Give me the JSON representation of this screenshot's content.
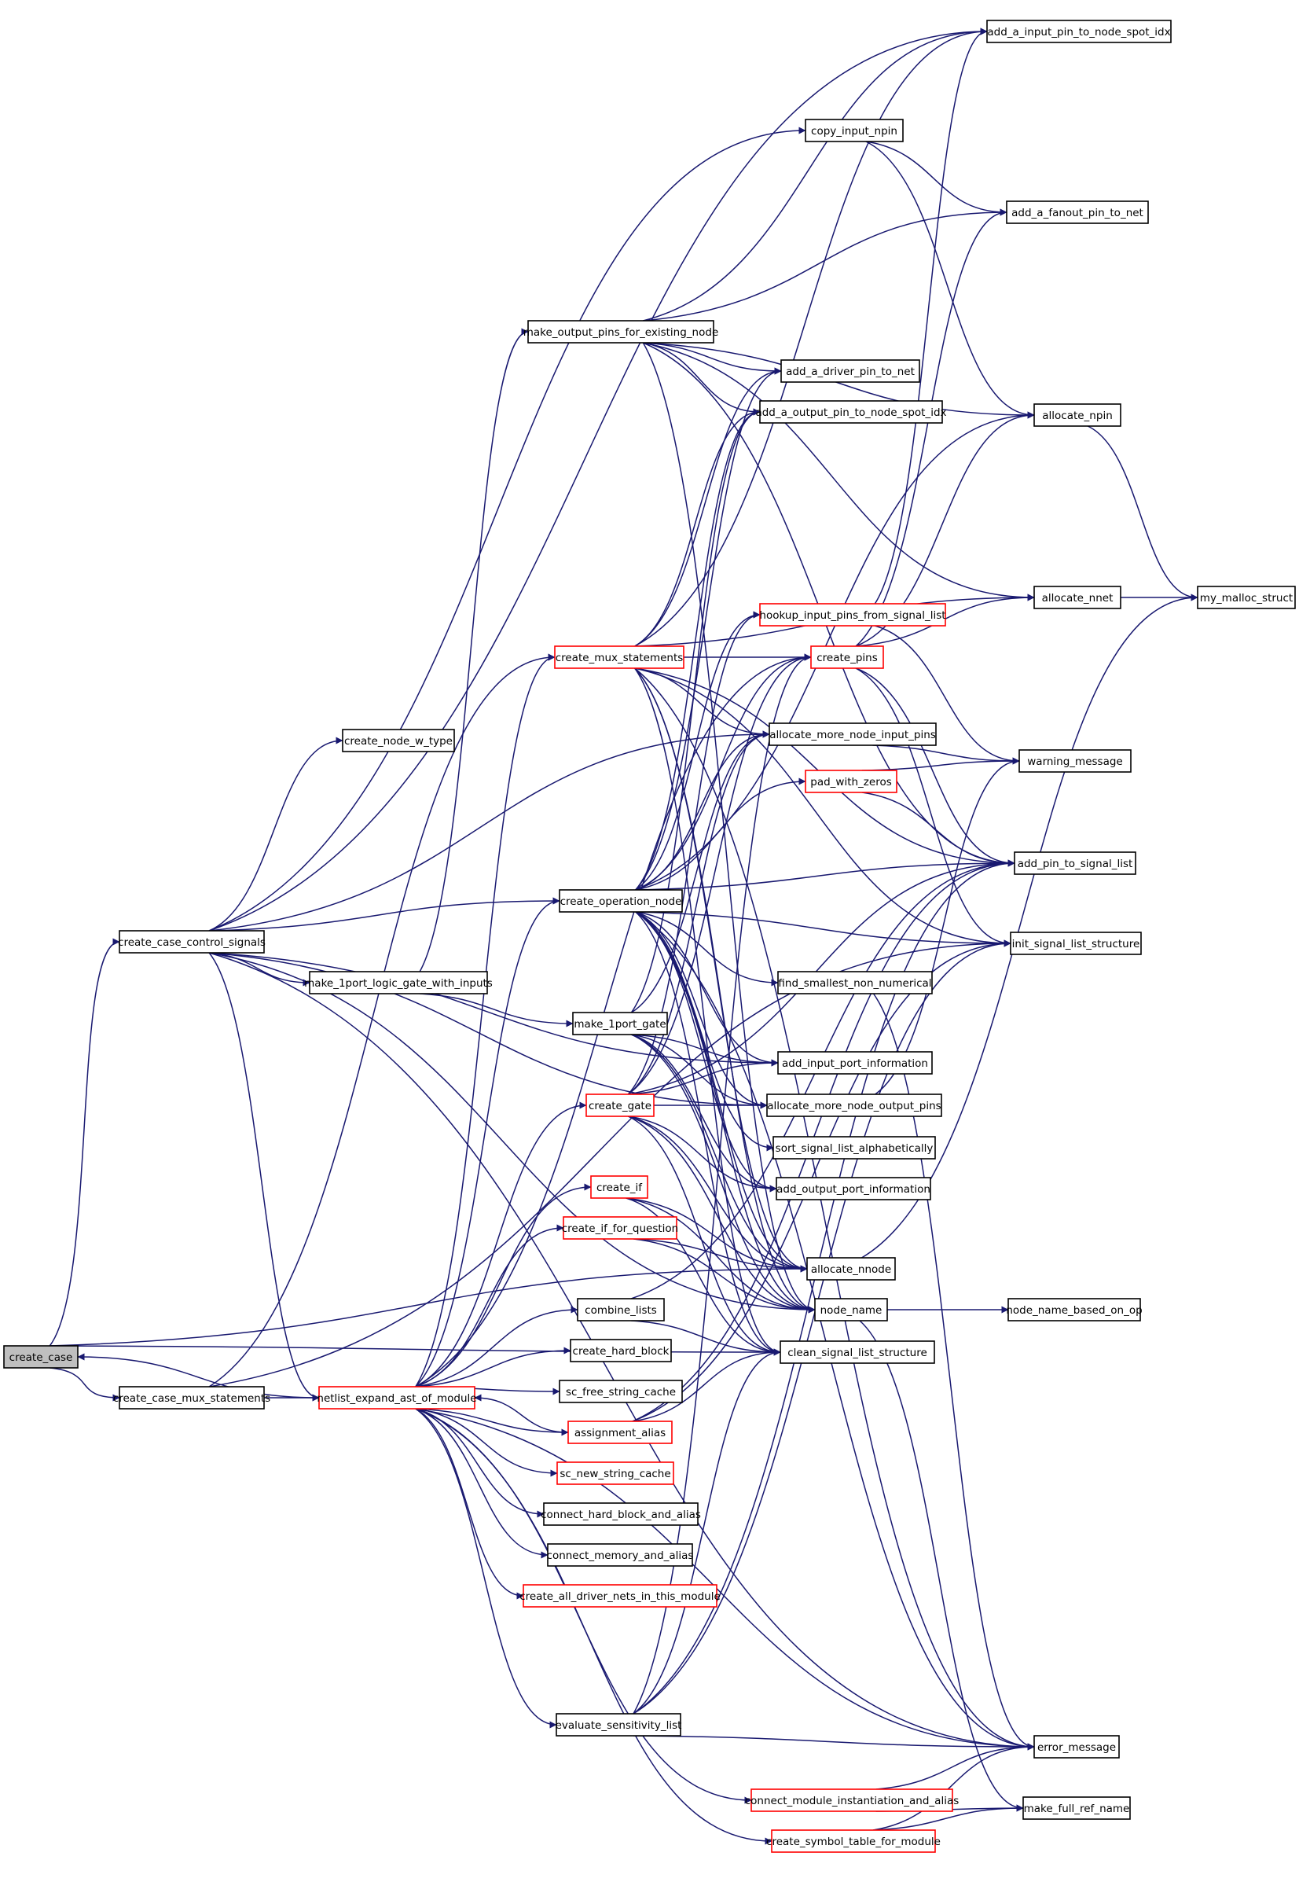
{
  "colors": {
    "edge": "#191970",
    "node_border": "#000000",
    "node_border_incomplete": "#ff0000",
    "node_fill": "#ffffff",
    "root_fill": "#bfbfbf",
    "text": "#000000"
  },
  "nodes": [
    {
      "id": "create_case",
      "label": "create_case",
      "root": true
    },
    {
      "id": "create_case_control_signals",
      "label": "create_case_control_signals"
    },
    {
      "id": "create_case_mux_statements",
      "label": "create_case_mux_statements"
    },
    {
      "id": "netlist_expand_ast_of_module",
      "label": "netlist_expand_ast_of_module",
      "incomplete": true
    },
    {
      "id": "create_node_w_type",
      "label": "create_node_w_type"
    },
    {
      "id": "make_1port_logic_gate_with_inputs",
      "label": "make_1port_logic_gate_with_inputs"
    },
    {
      "id": "make_output_pins_for_existing_node",
      "label": "make_output_pins_for_existing_node"
    },
    {
      "id": "create_mux_statements",
      "label": "create_mux_statements",
      "incomplete": true
    },
    {
      "id": "create_operation_node",
      "label": "create_operation_node"
    },
    {
      "id": "make_1port_gate",
      "label": "make_1port_gate"
    },
    {
      "id": "create_gate",
      "label": "create_gate",
      "incomplete": true
    },
    {
      "id": "create_if",
      "label": "create_if",
      "incomplete": true
    },
    {
      "id": "create_if_for_question",
      "label": "create_if_for_question",
      "incomplete": true
    },
    {
      "id": "combine_lists",
      "label": "combine_lists"
    },
    {
      "id": "create_hard_block",
      "label": "create_hard_block"
    },
    {
      "id": "sc_free_string_cache",
      "label": "sc_free_string_cache"
    },
    {
      "id": "assignment_alias",
      "label": "assignment_alias",
      "incomplete": true
    },
    {
      "id": "sc_new_string_cache",
      "label": "sc_new_string_cache",
      "incomplete": true
    },
    {
      "id": "connect_hard_block_and_alias",
      "label": "connect_hard_block_and_alias"
    },
    {
      "id": "connect_memory_and_alias",
      "label": "connect_memory_and_alias"
    },
    {
      "id": "create_all_driver_nets_in_this_module",
      "label": "create_all_driver_nets_in_this_module",
      "incomplete": true
    },
    {
      "id": "evaluate_sensitivity_list",
      "label": "evaluate_sensitivity_list"
    },
    {
      "id": "connect_module_instantiation_and_alias",
      "label": "connect_module_instantiation_and_alias",
      "incomplete": true
    },
    {
      "id": "create_symbol_table_for_module",
      "label": "create_symbol_table_for_module",
      "incomplete": true
    },
    {
      "id": "copy_input_npin",
      "label": "copy_input_npin"
    },
    {
      "id": "add_a_driver_pin_to_net",
      "label": "add_a_driver_pin_to_net"
    },
    {
      "id": "add_a_output_pin_to_node_spot_idx",
      "label": "add_a_output_pin_to_node_spot_idx"
    },
    {
      "id": "hookup_input_pins_from_signal_list",
      "label": "hookup_input_pins_from_signal_list",
      "incomplete": true
    },
    {
      "id": "create_pins",
      "label": "create_pins",
      "incomplete": true
    },
    {
      "id": "allocate_more_node_input_pins",
      "label": "allocate_more_node_input_pins"
    },
    {
      "id": "pad_with_zeros",
      "label": "pad_with_zeros",
      "incomplete": true
    },
    {
      "id": "find_smallest_non_numerical",
      "label": "find_smallest_non_numerical"
    },
    {
      "id": "add_input_port_information",
      "label": "add_input_port_information"
    },
    {
      "id": "allocate_more_node_output_pins",
      "label": "allocate_more_node_output_pins"
    },
    {
      "id": "sort_signal_list_alphabetically",
      "label": "sort_signal_list_alphabetically"
    },
    {
      "id": "add_output_port_information",
      "label": "add_output_port_information"
    },
    {
      "id": "allocate_nnode",
      "label": "allocate_nnode"
    },
    {
      "id": "node_name",
      "label": "node_name"
    },
    {
      "id": "clean_signal_list_structure",
      "label": "clean_signal_list_structure"
    },
    {
      "id": "add_a_input_pin_to_node_spot_idx",
      "label": "add_a_input_pin_to_node_spot_idx"
    },
    {
      "id": "add_a_fanout_pin_to_net",
      "label": "add_a_fanout_pin_to_net"
    },
    {
      "id": "allocate_npin",
      "label": "allocate_npin"
    },
    {
      "id": "allocate_nnet",
      "label": "allocate_nnet"
    },
    {
      "id": "warning_message",
      "label": "warning_message"
    },
    {
      "id": "add_pin_to_signal_list",
      "label": "add_pin_to_signal_list"
    },
    {
      "id": "init_signal_list_structure",
      "label": "init_signal_list_structure"
    },
    {
      "id": "error_message",
      "label": "error_message"
    },
    {
      "id": "make_full_ref_name",
      "label": "make_full_ref_name"
    },
    {
      "id": "node_name_based_on_op",
      "label": "node_name_based_on_op"
    },
    {
      "id": "my_malloc_struct",
      "label": "my_malloc_struct"
    }
  ],
  "edges": [
    [
      "create_case",
      "create_case_control_signals"
    ],
    [
      "create_case",
      "create_case_mux_statements"
    ],
    [
      "create_case",
      "allocate_nnode"
    ],
    [
      "create_case",
      "clean_signal_list_structure"
    ],
    [
      "create_case_control_signals",
      "add_a_input_pin_to_node_spot_idx"
    ],
    [
      "create_case_control_signals",
      "copy_input_npin"
    ],
    [
      "create_case_control_signals",
      "create_node_w_type"
    ],
    [
      "create_case_control_signals",
      "allocate_more_node_input_pins"
    ],
    [
      "create_case_control_signals",
      "create_operation_node"
    ],
    [
      "create_case_control_signals",
      "make_1port_logic_gate_with_inputs"
    ],
    [
      "create_case_control_signals",
      "add_input_port_information"
    ],
    [
      "create_case_control_signals",
      "allocate_more_node_output_pins"
    ],
    [
      "create_case_control_signals",
      "netlist_expand_ast_of_module"
    ],
    [
      "create_case_control_signals",
      "node_name"
    ],
    [
      "create_case_control_signals",
      "error_message"
    ],
    [
      "create_case_mux_statements",
      "netlist_expand_ast_of_module"
    ],
    [
      "create_case_mux_statements",
      "create_mux_statements"
    ],
    [
      "create_case_mux_statements",
      "init_signal_list_structure"
    ],
    [
      "netlist_expand_ast_of_module",
      "create_case"
    ],
    [
      "netlist_expand_ast_of_module",
      "create_mux_statements"
    ],
    [
      "netlist_expand_ast_of_module",
      "create_operation_node"
    ],
    [
      "netlist_expand_ast_of_module",
      "create_gate"
    ],
    [
      "netlist_expand_ast_of_module",
      "create_if"
    ],
    [
      "netlist_expand_ast_of_module",
      "create_if_for_question"
    ],
    [
      "netlist_expand_ast_of_module",
      "combine_lists"
    ],
    [
      "netlist_expand_ast_of_module",
      "create_hard_block"
    ],
    [
      "netlist_expand_ast_of_module",
      "sc_free_string_cache"
    ],
    [
      "netlist_expand_ast_of_module",
      "assignment_alias"
    ],
    [
      "netlist_expand_ast_of_module",
      "sc_new_string_cache"
    ],
    [
      "netlist_expand_ast_of_module",
      "connect_hard_block_and_alias"
    ],
    [
      "netlist_expand_ast_of_module",
      "connect_memory_and_alias"
    ],
    [
      "netlist_expand_ast_of_module",
      "create_all_driver_nets_in_this_module"
    ],
    [
      "netlist_expand_ast_of_module",
      "evaluate_sensitivity_list"
    ],
    [
      "netlist_expand_ast_of_module",
      "connect_module_instantiation_and_alias"
    ],
    [
      "netlist_expand_ast_of_module",
      "create_symbol_table_for_module"
    ],
    [
      "netlist_expand_ast_of_module",
      "error_message"
    ],
    [
      "netlist_expand_ast_of_module",
      "create_pins"
    ],
    [
      "assignment_alias",
      "netlist_expand_ast_of_module"
    ],
    [
      "assignment_alias",
      "clean_signal_list_structure"
    ],
    [
      "assignment_alias",
      "add_pin_to_signal_list"
    ],
    [
      "assignment_alias",
      "init_signal_list_structure"
    ],
    [
      "make_1port_logic_gate_with_inputs",
      "make_output_pins_for_existing_node"
    ],
    [
      "make_1port_logic_gate_with_inputs",
      "make_1port_gate"
    ],
    [
      "make_output_pins_for_existing_node",
      "add_a_input_pin_to_node_spot_idx"
    ],
    [
      "make_output_pins_for_existing_node",
      "add_a_fanout_pin_to_net"
    ],
    [
      "make_output_pins_for_existing_node",
      "add_a_driver_pin_to_net"
    ],
    [
      "make_output_pins_for_existing_node",
      "add_a_output_pin_to_node_spot_idx"
    ],
    [
      "make_output_pins_for_existing_node",
      "allocate_npin"
    ],
    [
      "make_output_pins_for_existing_node",
      "allocate_nnet"
    ],
    [
      "make_output_pins_for_existing_node",
      "add_pin_to_signal_list"
    ],
    [
      "make_output_pins_for_existing_node",
      "node_name"
    ],
    [
      "copy_input_npin",
      "add_a_fanout_pin_to_net"
    ],
    [
      "copy_input_npin",
      "allocate_npin"
    ],
    [
      "create_mux_statements",
      "add_a_input_pin_to_node_spot_idx"
    ],
    [
      "create_mux_statements",
      "add_a_driver_pin_to_net"
    ],
    [
      "create_mux_statements",
      "add_a_output_pin_to_node_spot_idx"
    ],
    [
      "create_mux_statements",
      "allocate_nnet"
    ],
    [
      "create_mux_statements",
      "create_pins"
    ],
    [
      "create_mux_statements",
      "allocate_more_node_input_pins"
    ],
    [
      "create_mux_statements",
      "add_pin_to_signal_list"
    ],
    [
      "create_mux_statements",
      "init_signal_list_structure"
    ],
    [
      "create_mux_statements",
      "allocate_nnode"
    ],
    [
      "create_mux_statements",
      "node_name"
    ],
    [
      "create_mux_statements",
      "clean_signal_list_structure"
    ],
    [
      "create_mux_statements",
      "error_message"
    ],
    [
      "create_operation_node",
      "allocate_npin"
    ],
    [
      "create_operation_node",
      "hookup_input_pins_from_signal_list"
    ],
    [
      "create_operation_node",
      "create_pins"
    ],
    [
      "create_operation_node",
      "allocate_more_node_input_pins"
    ],
    [
      "create_operation_node",
      "pad_with_zeros"
    ],
    [
      "create_operation_node",
      "add_pin_to_signal_list"
    ],
    [
      "create_operation_node",
      "init_signal_list_structure"
    ],
    [
      "create_operation_node",
      "find_smallest_non_numerical"
    ],
    [
      "create_operation_node",
      "add_input_port_information"
    ],
    [
      "create_operation_node",
      "allocate_more_node_output_pins"
    ],
    [
      "create_operation_node",
      "sort_signal_list_alphabetically"
    ],
    [
      "create_operation_node",
      "add_output_port_information"
    ],
    [
      "create_operation_node",
      "allocate_nnode"
    ],
    [
      "create_operation_node",
      "node_name"
    ],
    [
      "create_operation_node",
      "clean_signal_list_structure"
    ],
    [
      "create_operation_node",
      "error_message"
    ],
    [
      "create_operation_node",
      "add_a_driver_pin_to_net"
    ],
    [
      "create_operation_node",
      "add_a_output_pin_to_node_spot_idx"
    ],
    [
      "make_1port_gate",
      "add_a_output_pin_to_node_spot_idx"
    ],
    [
      "make_1port_gate",
      "add_input_port_information"
    ],
    [
      "make_1port_gate",
      "allocate_more_node_output_pins"
    ],
    [
      "make_1port_gate",
      "add_output_port_information"
    ],
    [
      "make_1port_gate",
      "allocate_nnode"
    ],
    [
      "make_1port_gate",
      "node_name"
    ],
    [
      "make_1port_gate",
      "allocate_more_node_input_pins"
    ],
    [
      "create_gate",
      "hookup_input_pins_from_signal_list"
    ],
    [
      "create_gate",
      "create_pins"
    ],
    [
      "create_gate",
      "add_input_port_information"
    ],
    [
      "create_gate",
      "allocate_more_node_output_pins"
    ],
    [
      "create_gate",
      "add_output_port_information"
    ],
    [
      "create_gate",
      "allocate_nnode"
    ],
    [
      "create_gate",
      "node_name"
    ],
    [
      "create_gate",
      "clean_signal_list_structure"
    ],
    [
      "create_gate",
      "allocate_more_node_input_pins"
    ],
    [
      "create_gate",
      "add_pin_to_signal_list"
    ],
    [
      "create_if",
      "allocate_nnode"
    ],
    [
      "create_if",
      "node_name"
    ],
    [
      "create_if",
      "clean_signal_list_structure"
    ],
    [
      "create_if_for_question",
      "allocate_nnode"
    ],
    [
      "create_if_for_question",
      "node_name"
    ],
    [
      "combine_lists",
      "clean_signal_list_structure"
    ],
    [
      "combine_lists",
      "add_pin_to_signal_list"
    ],
    [
      "evaluate_sensitivity_list",
      "clean_signal_list_structure"
    ],
    [
      "evaluate_sensitivity_list",
      "init_signal_list_structure"
    ],
    [
      "evaluate_sensitivity_list",
      "error_message"
    ],
    [
      "evaluate_sensitivity_list",
      "add_pin_to_signal_list"
    ],
    [
      "evaluate_sensitivity_list",
      "create_pins"
    ],
    [
      "connect_module_instantiation_and_alias",
      "error_message"
    ],
    [
      "connect_module_instantiation_and_alias",
      "make_full_ref_name"
    ],
    [
      "create_symbol_table_for_module",
      "error_message"
    ],
    [
      "create_symbol_table_for_module",
      "make_full_ref_name"
    ],
    [
      "hookup_input_pins_from_signal_list",
      "add_a_input_pin_to_node_spot_idx"
    ],
    [
      "hookup_input_pins_from_signal_list",
      "warning_message"
    ],
    [
      "create_pins",
      "add_a_fanout_pin_to_net"
    ],
    [
      "create_pins",
      "allocate_npin"
    ],
    [
      "create_pins",
      "allocate_nnet"
    ],
    [
      "create_pins",
      "add_pin_to_signal_list"
    ],
    [
      "create_pins",
      "init_signal_list_structure"
    ],
    [
      "allocate_more_node_input_pins",
      "warning_message"
    ],
    [
      "allocate_more_node_output_pins",
      "warning_message"
    ],
    [
      "pad_with_zeros",
      "warning_message"
    ],
    [
      "pad_with_zeros",
      "add_pin_to_signal_list"
    ],
    [
      "find_smallest_non_numerical",
      "error_message"
    ],
    [
      "allocate_nnode",
      "my_malloc_struct"
    ],
    [
      "node_name",
      "node_name_based_on_op"
    ],
    [
      "node_name",
      "make_full_ref_name"
    ],
    [
      "allocate_npin",
      "my_malloc_struct"
    ],
    [
      "allocate_nnet",
      "my_malloc_struct"
    ]
  ]
}
